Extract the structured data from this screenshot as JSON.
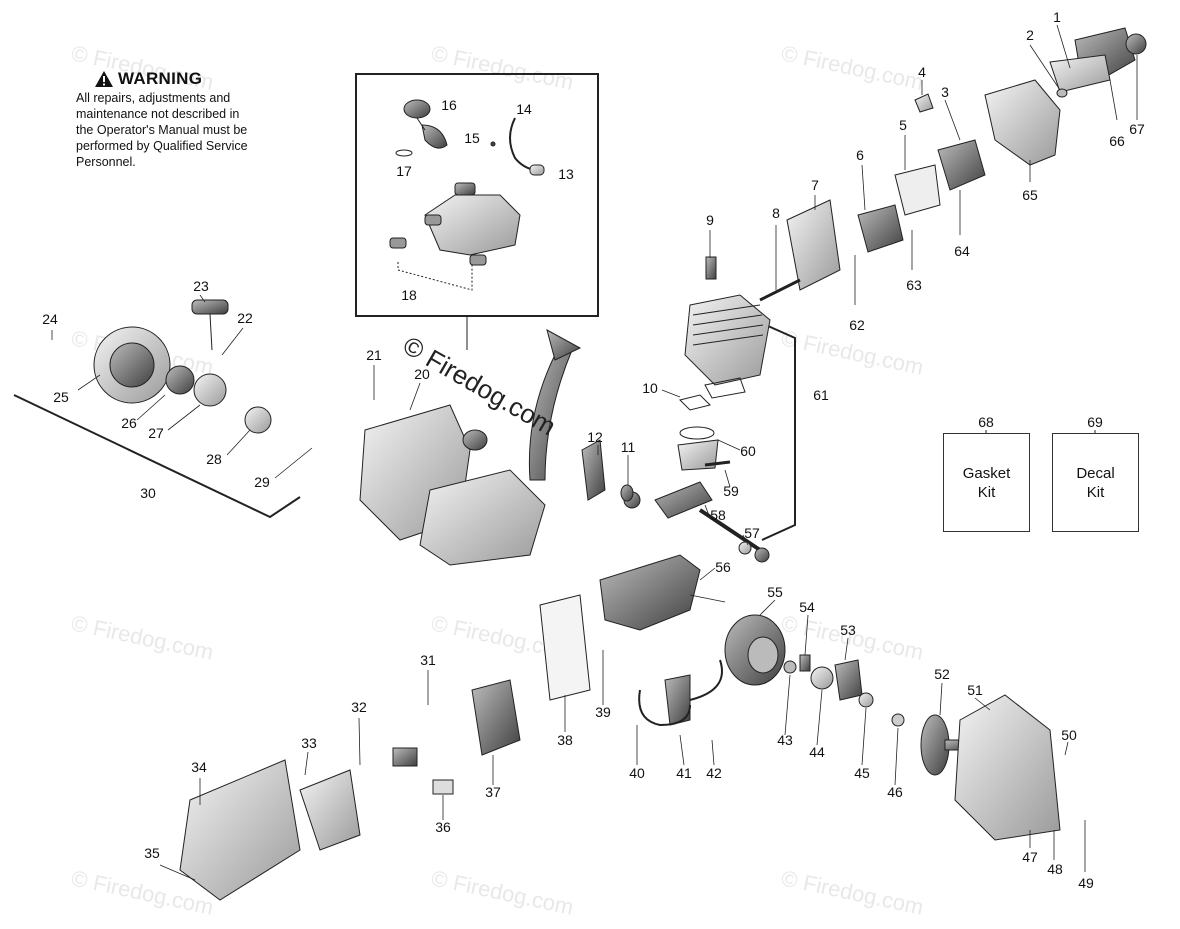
{
  "warning": {
    "title": "WARNING",
    "lines": [
      "All repairs, adjustments and",
      "maintenance not described in",
      "the Operator's Manual must be",
      "performed by Qualified Service",
      "Personnel."
    ]
  },
  "watermark": "© Firedog.com",
  "kits": [
    {
      "number": "68",
      "label_line1": "Gasket",
      "label_line2": "Kit"
    },
    {
      "number": "69",
      "label_line1": "Decal",
      "label_line2": "Kit"
    }
  ],
  "callouts": [
    "1",
    "2",
    "3",
    "4",
    "5",
    "6",
    "7",
    "8",
    "9",
    "10",
    "11",
    "12",
    "13",
    "14",
    "15",
    "16",
    "17",
    "18",
    "20",
    "21",
    "22",
    "23",
    "24",
    "25",
    "26",
    "27",
    "28",
    "29",
    "30",
    "31",
    "32",
    "33",
    "34",
    "35",
    "36",
    "37",
    "38",
    "39",
    "40",
    "41",
    "42",
    "43",
    "44",
    "45",
    "46",
    "47",
    "48",
    "49",
    "50",
    "51",
    "52",
    "53",
    "54",
    "55",
    "56",
    "57",
    "58",
    "59",
    "60",
    "61",
    "62",
    "63",
    "64",
    "65",
    "66",
    "67"
  ],
  "colors": {
    "line": "#222222",
    "part_fill": "#d9d9d9",
    "part_dark": "#555555",
    "watermark": "#e6e6e6"
  }
}
